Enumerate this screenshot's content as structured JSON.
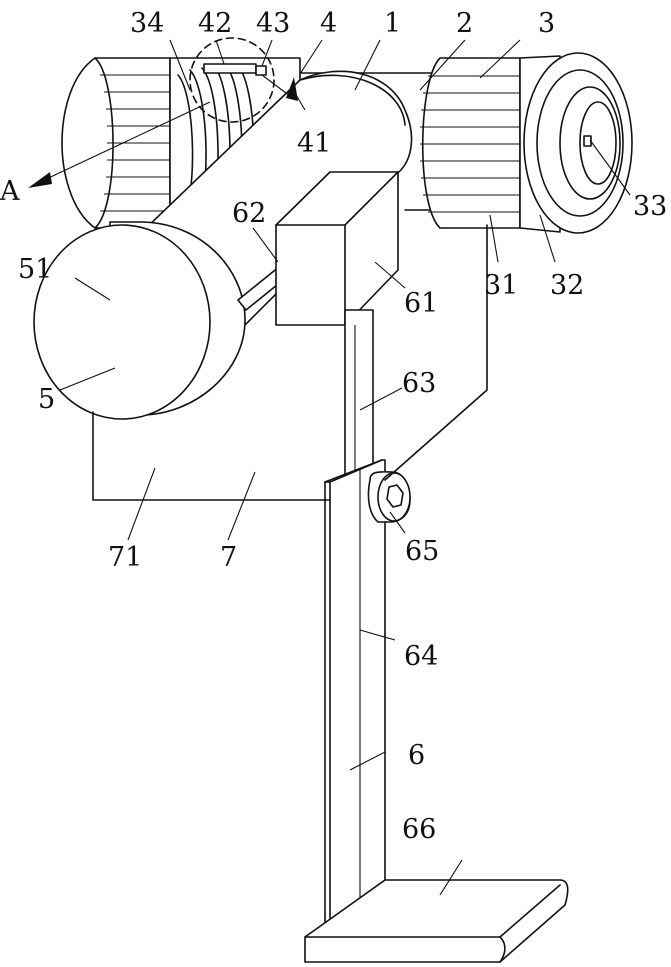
{
  "figure": {
    "section_marker": "A",
    "callouts": {
      "n1": "1",
      "n2": "2",
      "n3": "3",
      "n4": "4",
      "n5": "5",
      "n6": "6",
      "n7": "7",
      "n31": "31",
      "n32": "32",
      "n33": "33",
      "n34": "34",
      "n41": "41",
      "n42": "42",
      "n43": "43",
      "n51": "51",
      "n61": "61",
      "n62": "62",
      "n63": "63",
      "n64": "64",
      "n65": "65",
      "n66": "66",
      "n71": "71"
    }
  }
}
